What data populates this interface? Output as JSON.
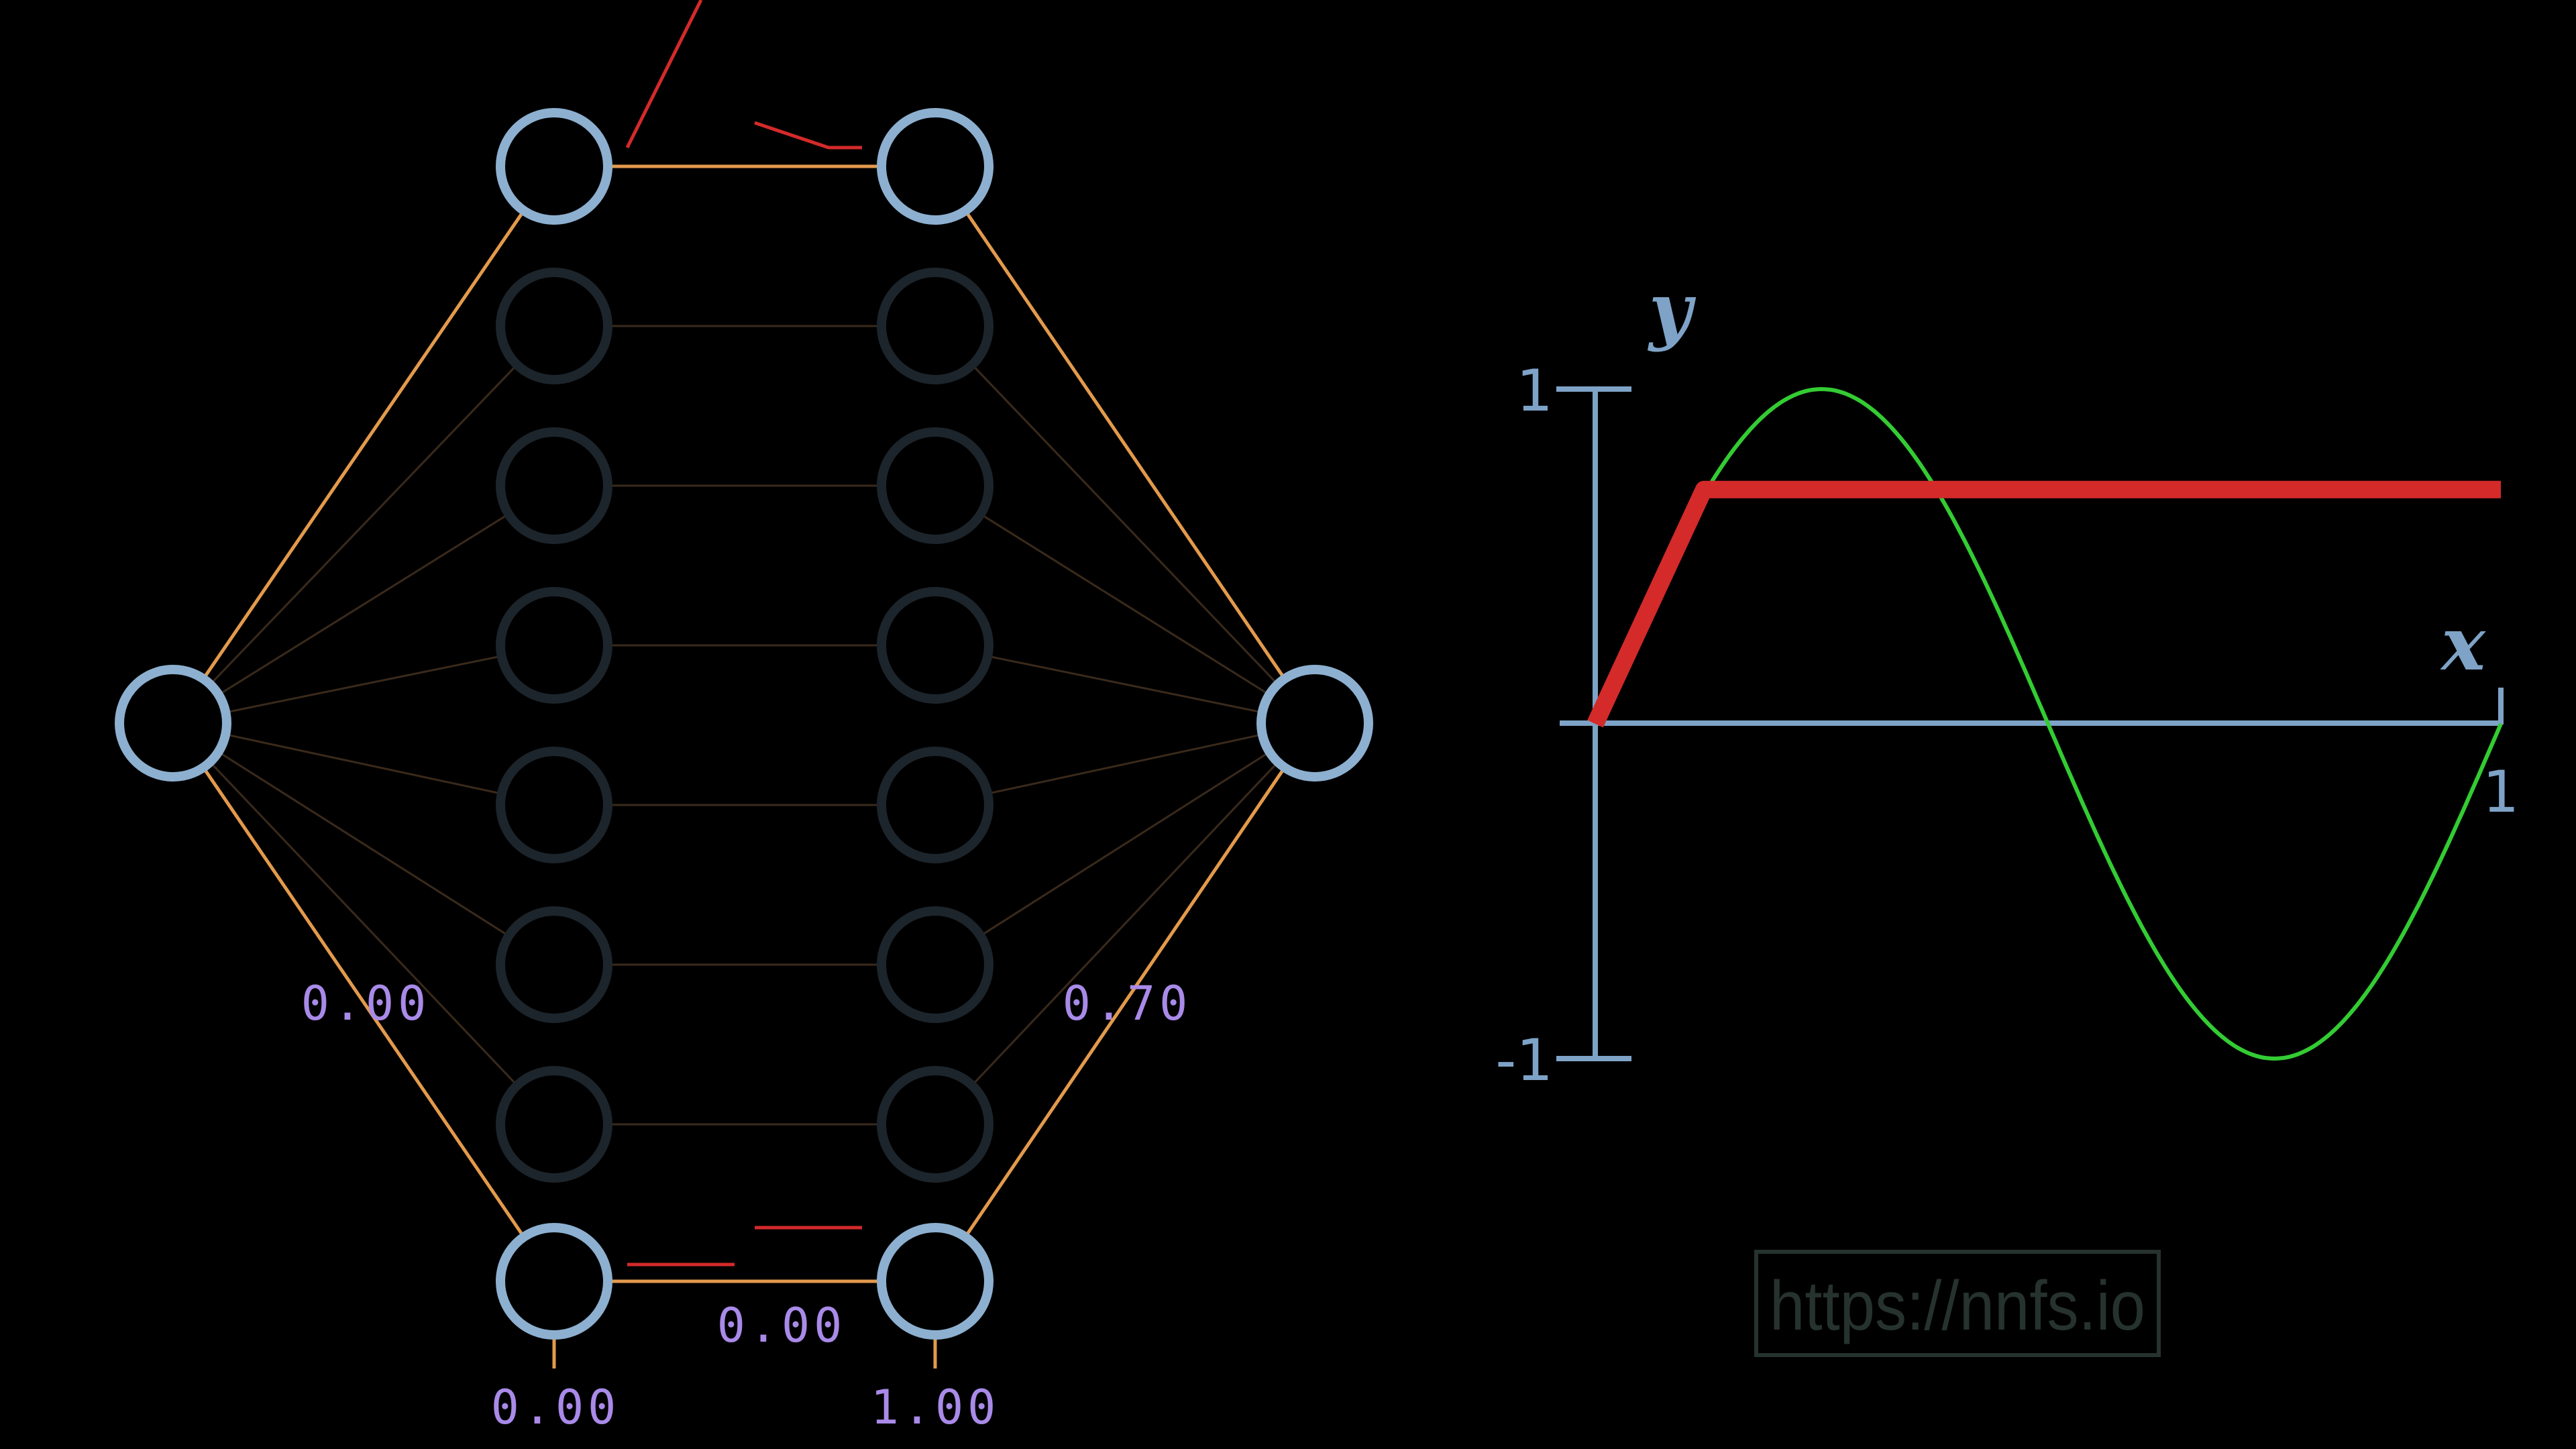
{
  "network": {
    "weight_labels": {
      "input_to_bottom": "0.00",
      "bottom_to_output": "0.70",
      "bottom_hidden_link": "0.00",
      "bias_left": "0.00",
      "bias_right": "1.00"
    },
    "hidden_rows": 8,
    "active_rows": [
      0,
      7
    ]
  },
  "chart_data": {
    "type": "line",
    "xlabel": "x",
    "ylabel": "y",
    "xlim": [
      0,
      1
    ],
    "ylim": [
      -1,
      1
    ],
    "x_tick_labels": [
      "1"
    ],
    "y_tick_labels": [
      "1",
      "-1"
    ],
    "series": [
      {
        "role": "target",
        "color": "#33cc33",
        "function": "sin(2*pi*x)",
        "x": [
          0,
          0.25,
          0.5,
          0.75,
          1
        ],
        "y": [
          0,
          1,
          0,
          -1,
          0
        ]
      },
      {
        "role": "approximation",
        "color": "#d42a2a",
        "x": [
          0,
          0.12,
          1
        ],
        "y": [
          0,
          0.7,
          0.7
        ]
      }
    ]
  },
  "watermark": {
    "text": "https://nnfs.io"
  },
  "colors": {
    "neuron": "#8db0d0",
    "neuron_inactive": "#1d252c",
    "weight_active": "#e39a4c",
    "weight_inactive": "#3a2a1b",
    "bias_marker": "#d42a2a",
    "label": "#a98ae8",
    "axis": "#7ea3c7"
  }
}
